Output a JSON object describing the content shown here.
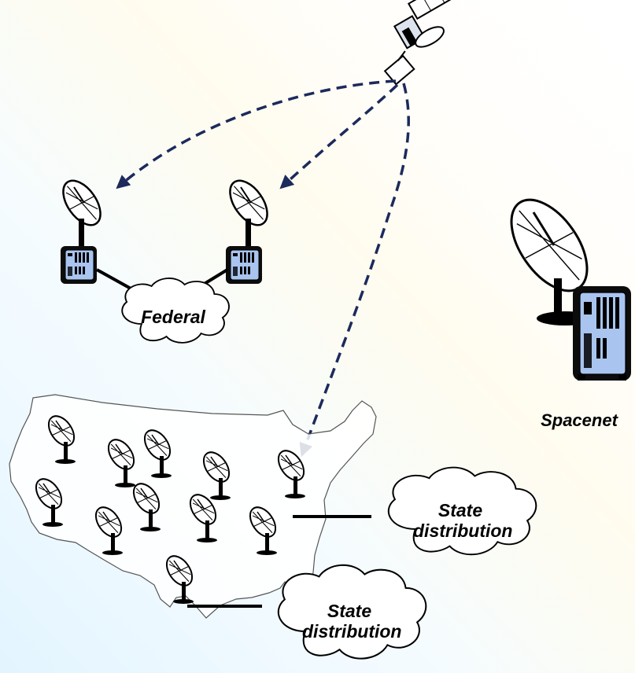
{
  "labels": {
    "federal": "Federal",
    "spacenet": "Spacenet",
    "state_distribution_1": "State distribution",
    "state_distribution_2": "State distribution"
  },
  "colors": {
    "link_dash": "#1c2a5c",
    "terminal_screen": "#a9c4ef",
    "terminal_body": "#0c0c0c",
    "line": "#000000"
  },
  "icons": {
    "satellite": "satellite-icon",
    "dish": "satellite-dish-icon",
    "terminal": "network-terminal-icon",
    "cloud": "cloud-network-icon",
    "map": "usa-map-outline"
  }
}
